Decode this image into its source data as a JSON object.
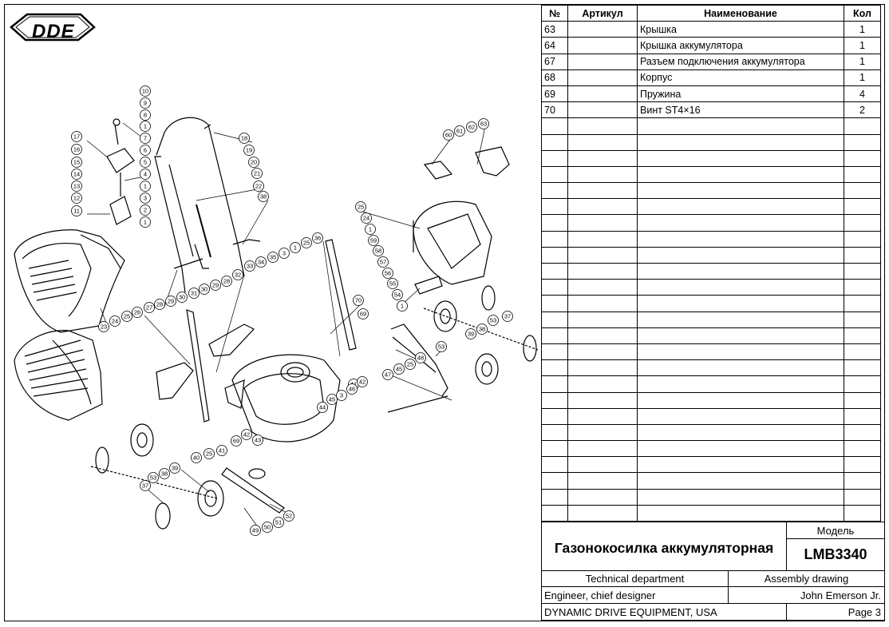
{
  "logo": {
    "text": "DDE"
  },
  "table": {
    "headers": {
      "num": "№",
      "article": "Артикул",
      "name": "Наименование",
      "qty": "Кол"
    },
    "rows": [
      {
        "num": "63",
        "article": "",
        "name": "Крышка",
        "qty": "1"
      },
      {
        "num": "64",
        "article": "",
        "name": "Крышка аккумулятора",
        "qty": "1"
      },
      {
        "num": "67",
        "article": "",
        "name": "Разъем подключения аккумулятора",
        "qty": "1"
      },
      {
        "num": "68",
        "article": "",
        "name": "Корпус",
        "qty": "1"
      },
      {
        "num": "69",
        "article": "",
        "name": "Пружина",
        "qty": "4"
      },
      {
        "num": "70",
        "article": "",
        "name": "Винт ST4×16",
        "qty": "2"
      }
    ],
    "empty_rows": 25
  },
  "title_block": {
    "product_name": "Газонокосилка аккумуляторная",
    "model_label": "Модель",
    "model_value": "LMB3340",
    "department": "Technical department",
    "drawing_type": "Assembly drawing",
    "role": "Engineer, chief designer",
    "person": "John Emerson Jr.",
    "company": "DYNAMIC DRIVE EQUIPMENT, USA",
    "page": "Page 3"
  },
  "callouts": [
    "10",
    "9",
    "8",
    "1",
    "7",
    "6",
    "5",
    "4",
    "1",
    "3",
    "2",
    "1",
    "17",
    "16",
    "15",
    "14",
    "13",
    "12",
    "11",
    "18",
    "19",
    "20",
    "21",
    "22",
    "38",
    "23",
    "24",
    "25",
    "26",
    "27",
    "28",
    "29",
    "30",
    "31",
    "30",
    "29",
    "28",
    "32",
    "33",
    "34",
    "35",
    "3",
    "1",
    "25",
    "36",
    "70",
    "69",
    "41",
    "42",
    "46",
    "45",
    "3",
    "44",
    "43",
    "42",
    "69",
    "41",
    "25",
    "40",
    "37",
    "53",
    "38",
    "39",
    "52",
    "51",
    "50",
    "49",
    "47",
    "45",
    "25",
    "48",
    "53",
    "39",
    "38",
    "53",
    "37",
    "60",
    "61",
    "62",
    "63",
    "25",
    "24",
    "1",
    "59",
    "58",
    "57",
    "56",
    "55",
    "54",
    "1"
  ]
}
